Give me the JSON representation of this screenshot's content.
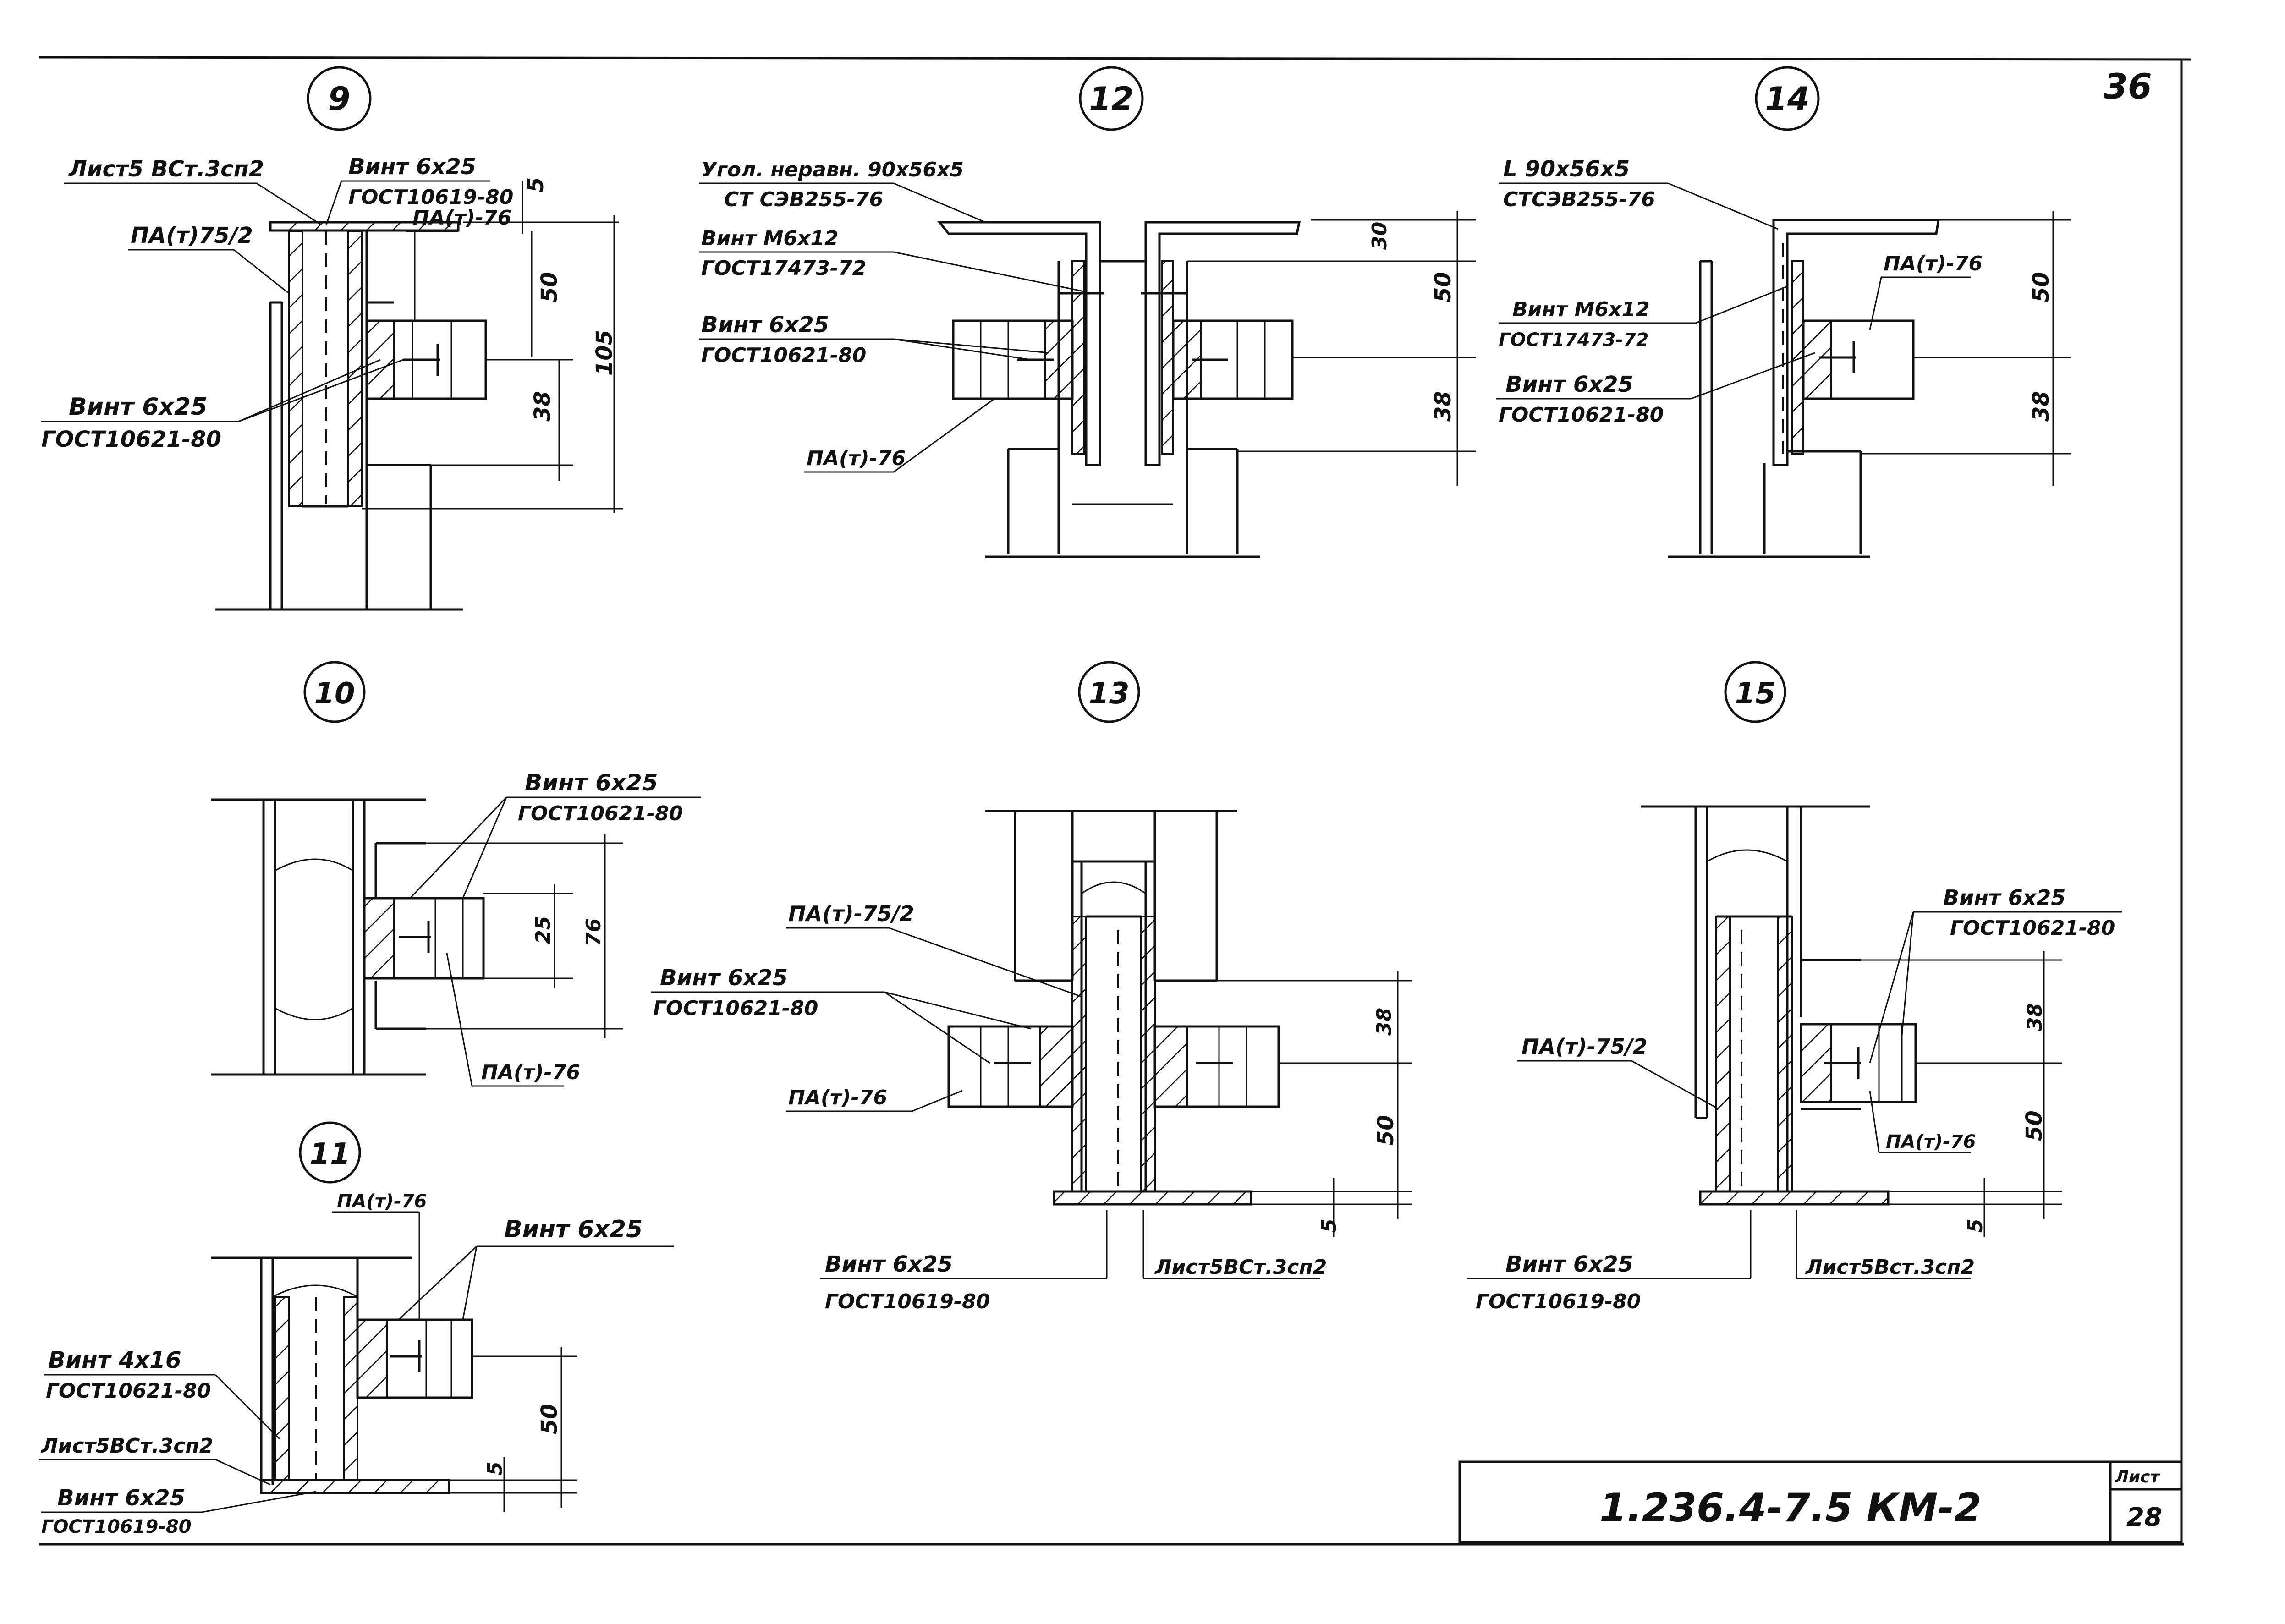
{
  "page_number": "36",
  "details": {
    "d9": {
      "number": "9",
      "labels": {
        "sheet": "Лист5 ВСт.3сп2",
        "pa752": "ПА(т)75/2",
        "screw625": "Винт 6х25",
        "gost10619": "ГОСТ10619-80",
        "pa76": "ПА(т)-76",
        "screw625b": "Винт 6х25",
        "gost10621": "ГОСТ10621-80"
      },
      "dims": {
        "d5": "5",
        "d50": "50",
        "d38": "38",
        "d105": "105"
      }
    },
    "d12": {
      "number": "12",
      "labels": {
        "angle": "Угол. неравн. 90х56х5",
        "st": "СТ СЭВ255-76",
        "m6": "Винт М6х12",
        "gost17473": "ГОСТ17473-72",
        "screw625": "Винт 6х25",
        "gost10621": "ГОСТ10621-80",
        "pa76": "ПА(т)-76"
      },
      "dims": {
        "d30": "30",
        "d50": "50",
        "d38": "38"
      }
    },
    "d14": {
      "number": "14",
      "labels": {
        "angle": "L 90х56х5",
        "st": "СТСЭВ255-76",
        "m6": "Винт М6х12",
        "gost17473": "ГОСТ17473-72",
        "pa76": "ПА(т)-76",
        "screw625": "Винт 6х25",
        "gost10621": "ГОСТ10621-80"
      },
      "dims": {
        "d50": "50",
        "d38": "38"
      }
    },
    "d10": {
      "number": "10",
      "labels": {
        "screw625": "Винт 6х25",
        "gost10621": "ГОСТ10621-80",
        "pa76": "ПА(т)-76"
      },
      "dims": {
        "d25": "25",
        "d76": "76"
      }
    },
    "d13": {
      "number": "13",
      "labels": {
        "pa752": "ПА(т)-75/2",
        "screw625": "Винт 6х25",
        "gost10621": "ГОСТ10621-80",
        "pa76": "ПА(т)-76",
        "screw625b": "Винт 6х25",
        "gost10619": "ГОСТ10619-80",
        "sheet": "Лист5ВСт.3сп2"
      },
      "dims": {
        "d38": "38",
        "d50": "50",
        "d5": "5"
      }
    },
    "d15": {
      "number": "15",
      "labels": {
        "screw625": "Винт 6х25",
        "gost10621": "ГОСТ10621-80",
        "pa752": "ПА(т)-75/2",
        "pa76": "ПА(т)-76",
        "screw625b": "Винт 6х25",
        "gost10619": "ГОСТ10619-80",
        "sheet": "Лист5Вст.3сп2"
      },
      "dims": {
        "d38": "38",
        "d50": "50",
        "d5": "5"
      }
    },
    "d11": {
      "number": "11",
      "labels": {
        "pa76": "ПА(т)-76",
        "screw625": "Винт 6х25",
        "screw416": "Винт 4х16",
        "gost10621": "ГОСТ10621-80",
        "sheet": "Лист5ВСт.3сп2",
        "screw625b": "Винт 6х25",
        "gost10619": "ГОСТ10619-80"
      },
      "dims": {
        "d50": "50",
        "d5": "5"
      }
    }
  },
  "title_block": {
    "code": "1.236.4-7.5 КМ-2",
    "sheet_label": "Лист",
    "sheet_number": "28"
  },
  "colors": {
    "ink": "#111111",
    "paper": "#ffffff"
  }
}
